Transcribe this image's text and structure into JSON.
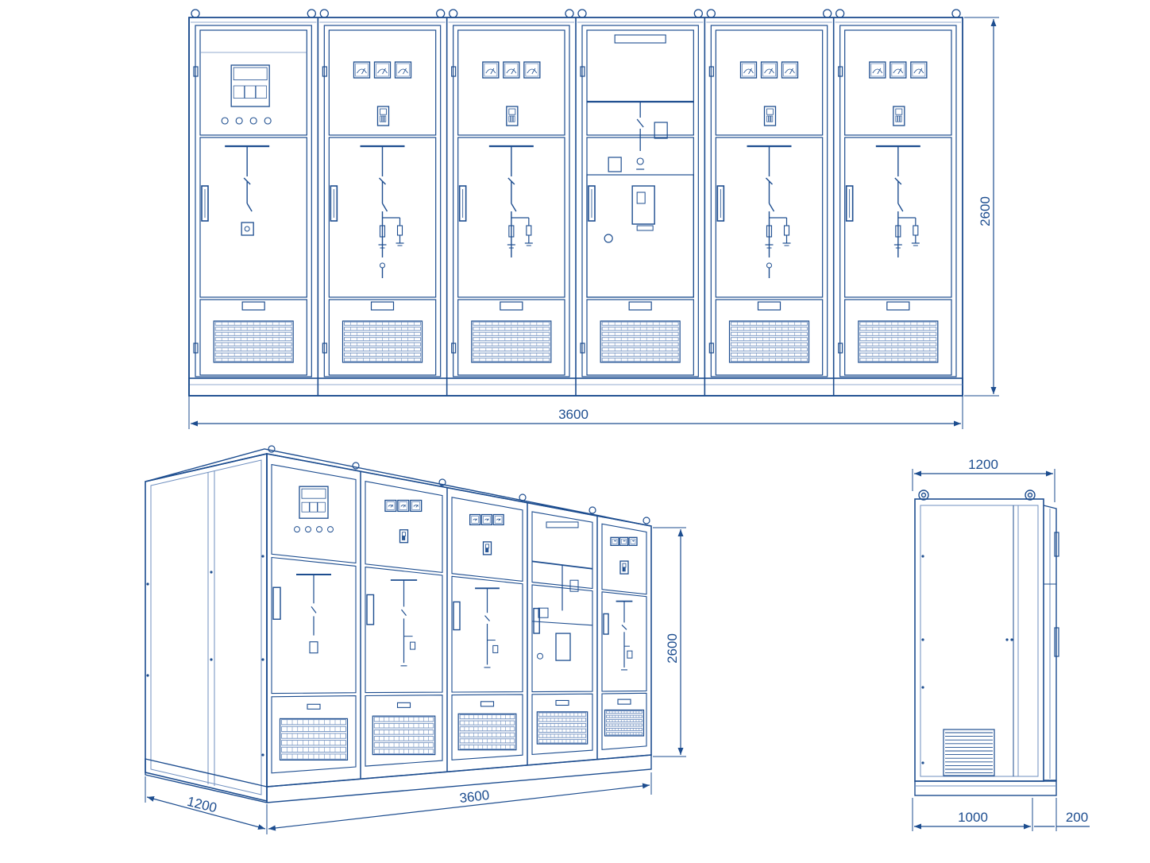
{
  "dimensions": {
    "front_width": "3600",
    "front_height": "2600",
    "iso_width": "3600",
    "iso_depth": "1200",
    "iso_height": "2600",
    "side_top_depth": "1200",
    "side_bottom_body": "1000",
    "side_bottom_front": "200"
  },
  "colors": {
    "line": "#1d4d8f",
    "light_line": "#6f8fbf",
    "background": "#ffffff"
  },
  "front_view": {
    "cabinets": [
      {
        "type": "meter-controller"
      },
      {
        "type": "feeder"
      },
      {
        "type": "feeder"
      },
      {
        "type": "pt"
      },
      {
        "type": "feeder"
      },
      {
        "type": "feeder"
      }
    ]
  }
}
